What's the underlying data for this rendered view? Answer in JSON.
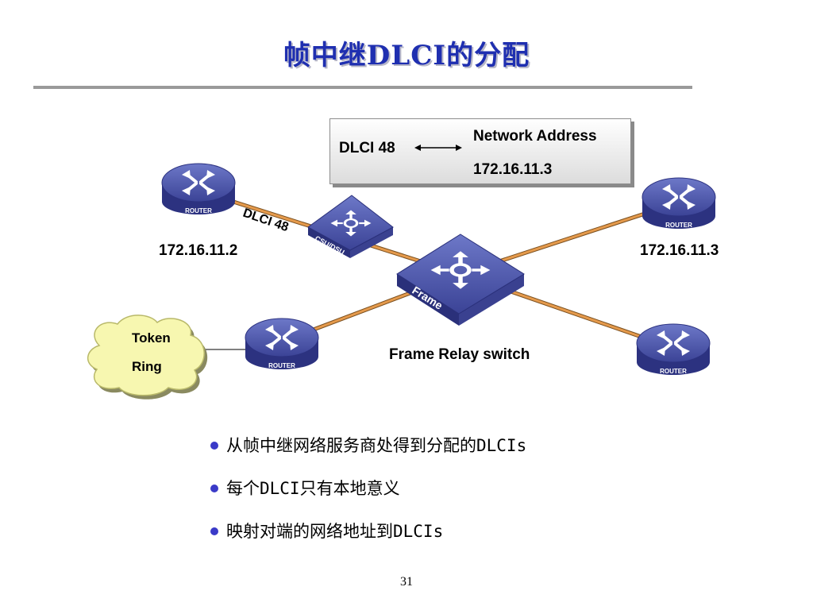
{
  "slide": {
    "title": "帧中继DLCI的分配",
    "page_number": "31"
  },
  "legend": {
    "dlci": "DLCI 48",
    "network_address_label": "Network Address",
    "network_address_value": "172.16.11.3"
  },
  "diagram": {
    "dlci_label": "DLCI 48",
    "router_left_address": "172.16.11.2",
    "router_right_address": "172.16.11.3",
    "frame_relay_switch_label": "Frame Relay switch",
    "token_ring_line1": "Token",
    "token_ring_line2": "Ring",
    "router_icon_text": "ROUTER",
    "csu_icon_text": "CSU/DSU",
    "frame_icon_text": "Frame"
  },
  "bullets": [
    "从帧中继网络服务商处得到分配的DLCIs",
    "每个DLCI只有本地意义",
    "映射对端的网络地址到DLCIs"
  ],
  "colors": {
    "title": "#1f2fb0",
    "link": "#e59a4c",
    "device": "#3d4499",
    "bullet": "#3a3ac8"
  }
}
